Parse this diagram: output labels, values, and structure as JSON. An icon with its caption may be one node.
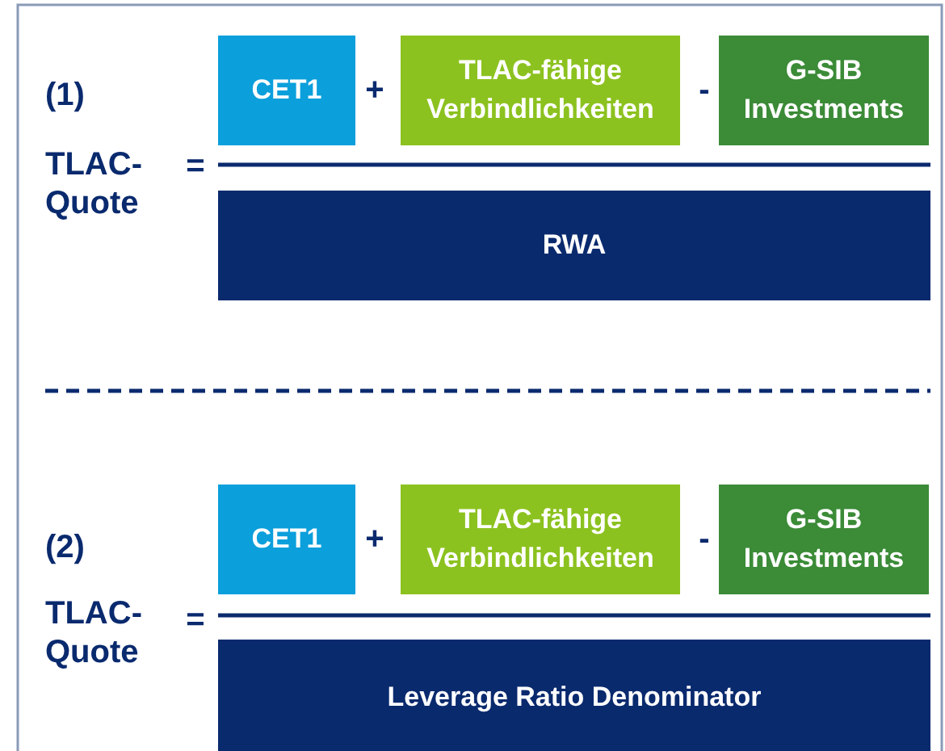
{
  "diagram": {
    "nodes": [
      {
        "text": [
          "CET1"
        ]
      },
      {
        "text": [
          "TLAC-fähige Verbindlichkeiten"
        ]
      },
      {
        "text": [
          "G-SIB Investments"
        ]
      },
      {
        "text": [
          "RWA"
        ]
      },
      {
        "text": [
          "CET1"
        ]
      },
      {
        "text": [
          "TLAC-fähige Verbindlichkeiten"
        ]
      },
      {
        "text": [
          "G-SIB Investments"
        ]
      },
      {
        "text": [
          "Leverage Ratio Denominator"
        ]
      }
    ],
    "labels": [
      "(1)",
      "+",
      "-",
      "TLAC-Quote",
      "=",
      "(2)",
      "+",
      "-",
      "TLAC-Quote",
      "="
    ]
  }
}
